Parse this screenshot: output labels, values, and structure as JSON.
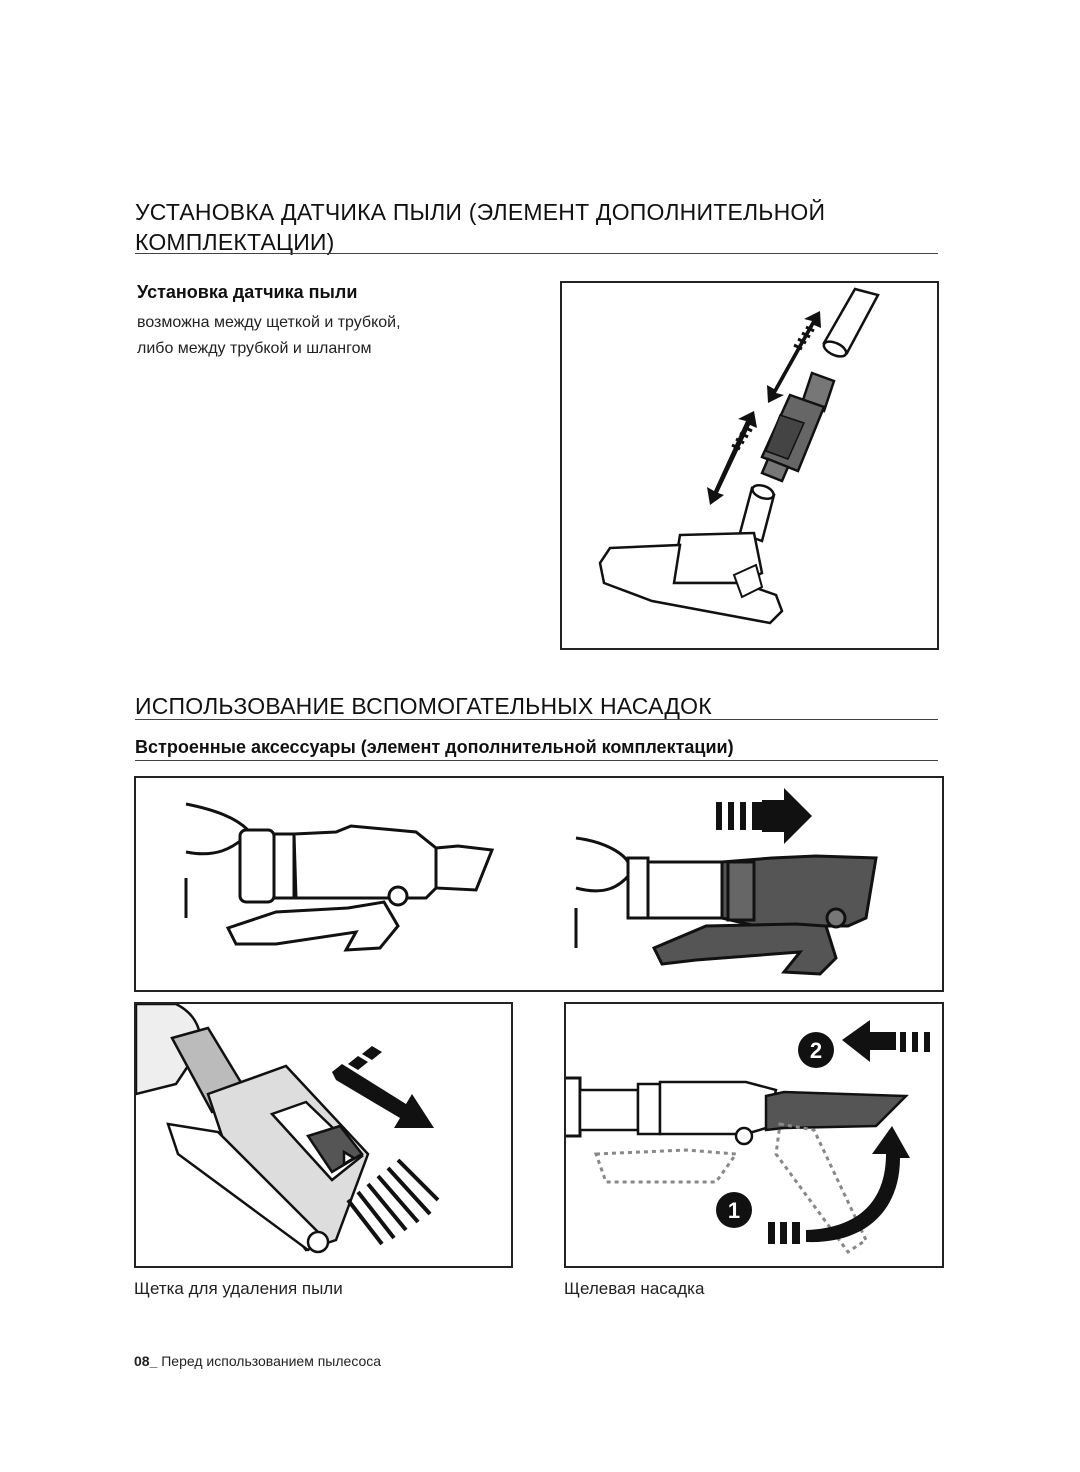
{
  "section1": {
    "title_line1": "УСТАНОВКА ДАТЧИКА ПЫЛИ (ЭЛЕМЕНТ ДОПОЛНИТЕЛЬНОЙ",
    "title_line2": "КОМПЛЕКТАЦИИ)",
    "subheading": "Установка датчика пыли",
    "body_line1": "возможна между щеткой и трубкой,",
    "body_line2": "либо между трубкой и шлангом"
  },
  "section2": {
    "title": "ИСПОЛЬЗОВАНИЕ ВСПОМОГАТЕЛЬНЫХ НАСАДОК",
    "subheading": "Встроенные аксессуары (элемент дополнительной комплектации)",
    "caption_left": "Щетка для удаления пыли",
    "caption_right": "Щелевая насадка",
    "step1": "1",
    "step2": "2"
  },
  "footer": {
    "page_number": "08_",
    "text": " Перед использованием пылесоса"
  }
}
